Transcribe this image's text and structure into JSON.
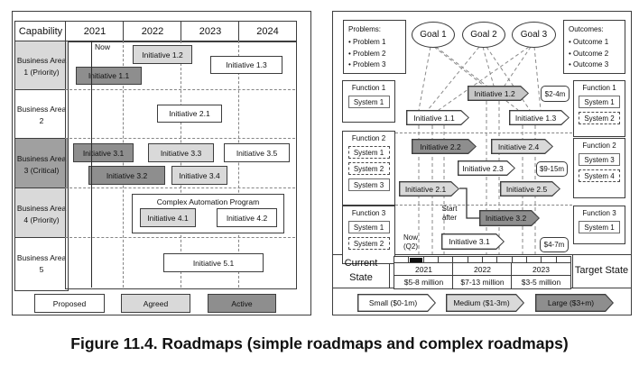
{
  "caption": "Figure 11.4. Roadmaps (simple roadmaps and complex roadmaps)",
  "colors": {
    "proposed_fill": "#ffffff",
    "agreed_fill": "#d9d9d9",
    "active_fill": "#8e8e8e",
    "priority_area_fill": "#d9d9d9",
    "critical_area_fill": "#a0a0a0",
    "line_color": "#3d3d3d"
  },
  "simple": {
    "header": {
      "capability": "Capability",
      "years": [
        "2021",
        "2022",
        "2023",
        "2024"
      ]
    },
    "now_label": "Now",
    "areas": [
      {
        "label": "Business Area 1 (Priority)"
      },
      {
        "label": "Business Area 2"
      },
      {
        "label": "Business Area 3 (Critical)"
      },
      {
        "label": "Business Area 4 (Priority)"
      },
      {
        "label": "Business Area 5"
      }
    ],
    "program_label": "Complex Automation Program",
    "initiatives": [
      {
        "label": "Initiative 1.1",
        "status": "active"
      },
      {
        "label": "Initiative 1.2",
        "status": "agreed"
      },
      {
        "label": "Initiative 1.3",
        "status": "proposed"
      },
      {
        "label": "Initiative 2.1",
        "status": "proposed"
      },
      {
        "label": "Initiative 3.1",
        "status": "active"
      },
      {
        "label": "Initiative 3.2",
        "status": "active"
      },
      {
        "label": "Initiative 3.3",
        "status": "agreed"
      },
      {
        "label": "Initiative 3.4",
        "status": "agreed"
      },
      {
        "label": "Initiative 3.5",
        "status": "proposed"
      },
      {
        "label": "Initiative 4.1",
        "status": "agreed"
      },
      {
        "label": "Initiative 4.2",
        "status": "proposed"
      },
      {
        "label": "Initiative 5.1",
        "status": "proposed"
      }
    ],
    "legend": [
      {
        "label": "Proposed",
        "status": "proposed"
      },
      {
        "label": "Agreed",
        "status": "agreed"
      },
      {
        "label": "Active",
        "status": "active"
      }
    ]
  },
  "complex": {
    "problems": {
      "title": "Problems:",
      "items": [
        "Problem 1",
        "Problem 2",
        "Problem 3"
      ]
    },
    "outcomes": {
      "title": "Outcomes:",
      "items": [
        "Outcome 1",
        "Outcome 2",
        "Outcome 3"
      ]
    },
    "goals": [
      "Goal 1",
      "Goal 2",
      "Goal 3"
    ],
    "functions_left": [
      {
        "label": "Function 1",
        "systems": [
          {
            "label": "System 1",
            "style": "solid"
          }
        ]
      },
      {
        "label": "Function 2",
        "systems": [
          {
            "label": "System 1",
            "style": "dashed"
          },
          {
            "label": "System 2",
            "style": "dashed"
          },
          {
            "label": "System 3",
            "style": "solid"
          }
        ]
      },
      {
        "label": "Function 3",
        "systems": [
          {
            "label": "System 1",
            "style": "solid"
          },
          {
            "label": "System 2",
            "style": "dashed"
          }
        ]
      }
    ],
    "functions_right": [
      {
        "label": "Function 1",
        "systems": [
          {
            "label": "System 1",
            "style": "solid"
          },
          {
            "label": "System 2",
            "style": "dashed"
          }
        ]
      },
      {
        "label": "Function 2",
        "systems": [
          {
            "label": "System 3",
            "style": "solid"
          },
          {
            "label": "System 4",
            "style": "dashed"
          }
        ]
      },
      {
        "label": "Function 3",
        "systems": [
          {
            "label": "System 1",
            "style": "solid"
          }
        ]
      }
    ],
    "initiatives": [
      {
        "label": "Initiative 1.1",
        "size": "small"
      },
      {
        "label": "Initiative 1.2",
        "size": "medium"
      },
      {
        "label": "Initiative 1.3",
        "size": "small"
      },
      {
        "label": "Initiative 2.1",
        "size": "medium"
      },
      {
        "label": "Initiative 2.2",
        "size": "large"
      },
      {
        "label": "Initiative 2.3",
        "size": "small"
      },
      {
        "label": "Initiative 2.4",
        "size": "medium"
      },
      {
        "label": "Initiative 2.5",
        "size": "medium"
      },
      {
        "label": "Initiative 3.1",
        "size": "small"
      },
      {
        "label": "Initiative 3.2",
        "size": "large"
      }
    ],
    "cost_labels": [
      "$2-4m",
      "$9-15m",
      "$4-7m"
    ],
    "start_after": "Start after",
    "now_line1": "Now",
    "now_line2": "(Q2)",
    "current_state": "Current State",
    "target_state": "Target State",
    "timeline": [
      {
        "year": "2021",
        "budget": "$5-8 million"
      },
      {
        "year": "2022",
        "budget": "$7-13 million"
      },
      {
        "year": "2023",
        "budget": "$3-5 million"
      }
    ],
    "legend": [
      {
        "label": "Small ($0-1m)",
        "size": "small"
      },
      {
        "label": "Medium ($1-3m)",
        "size": "medium"
      },
      {
        "label": "Large ($3+m)",
        "size": "large"
      }
    ]
  }
}
